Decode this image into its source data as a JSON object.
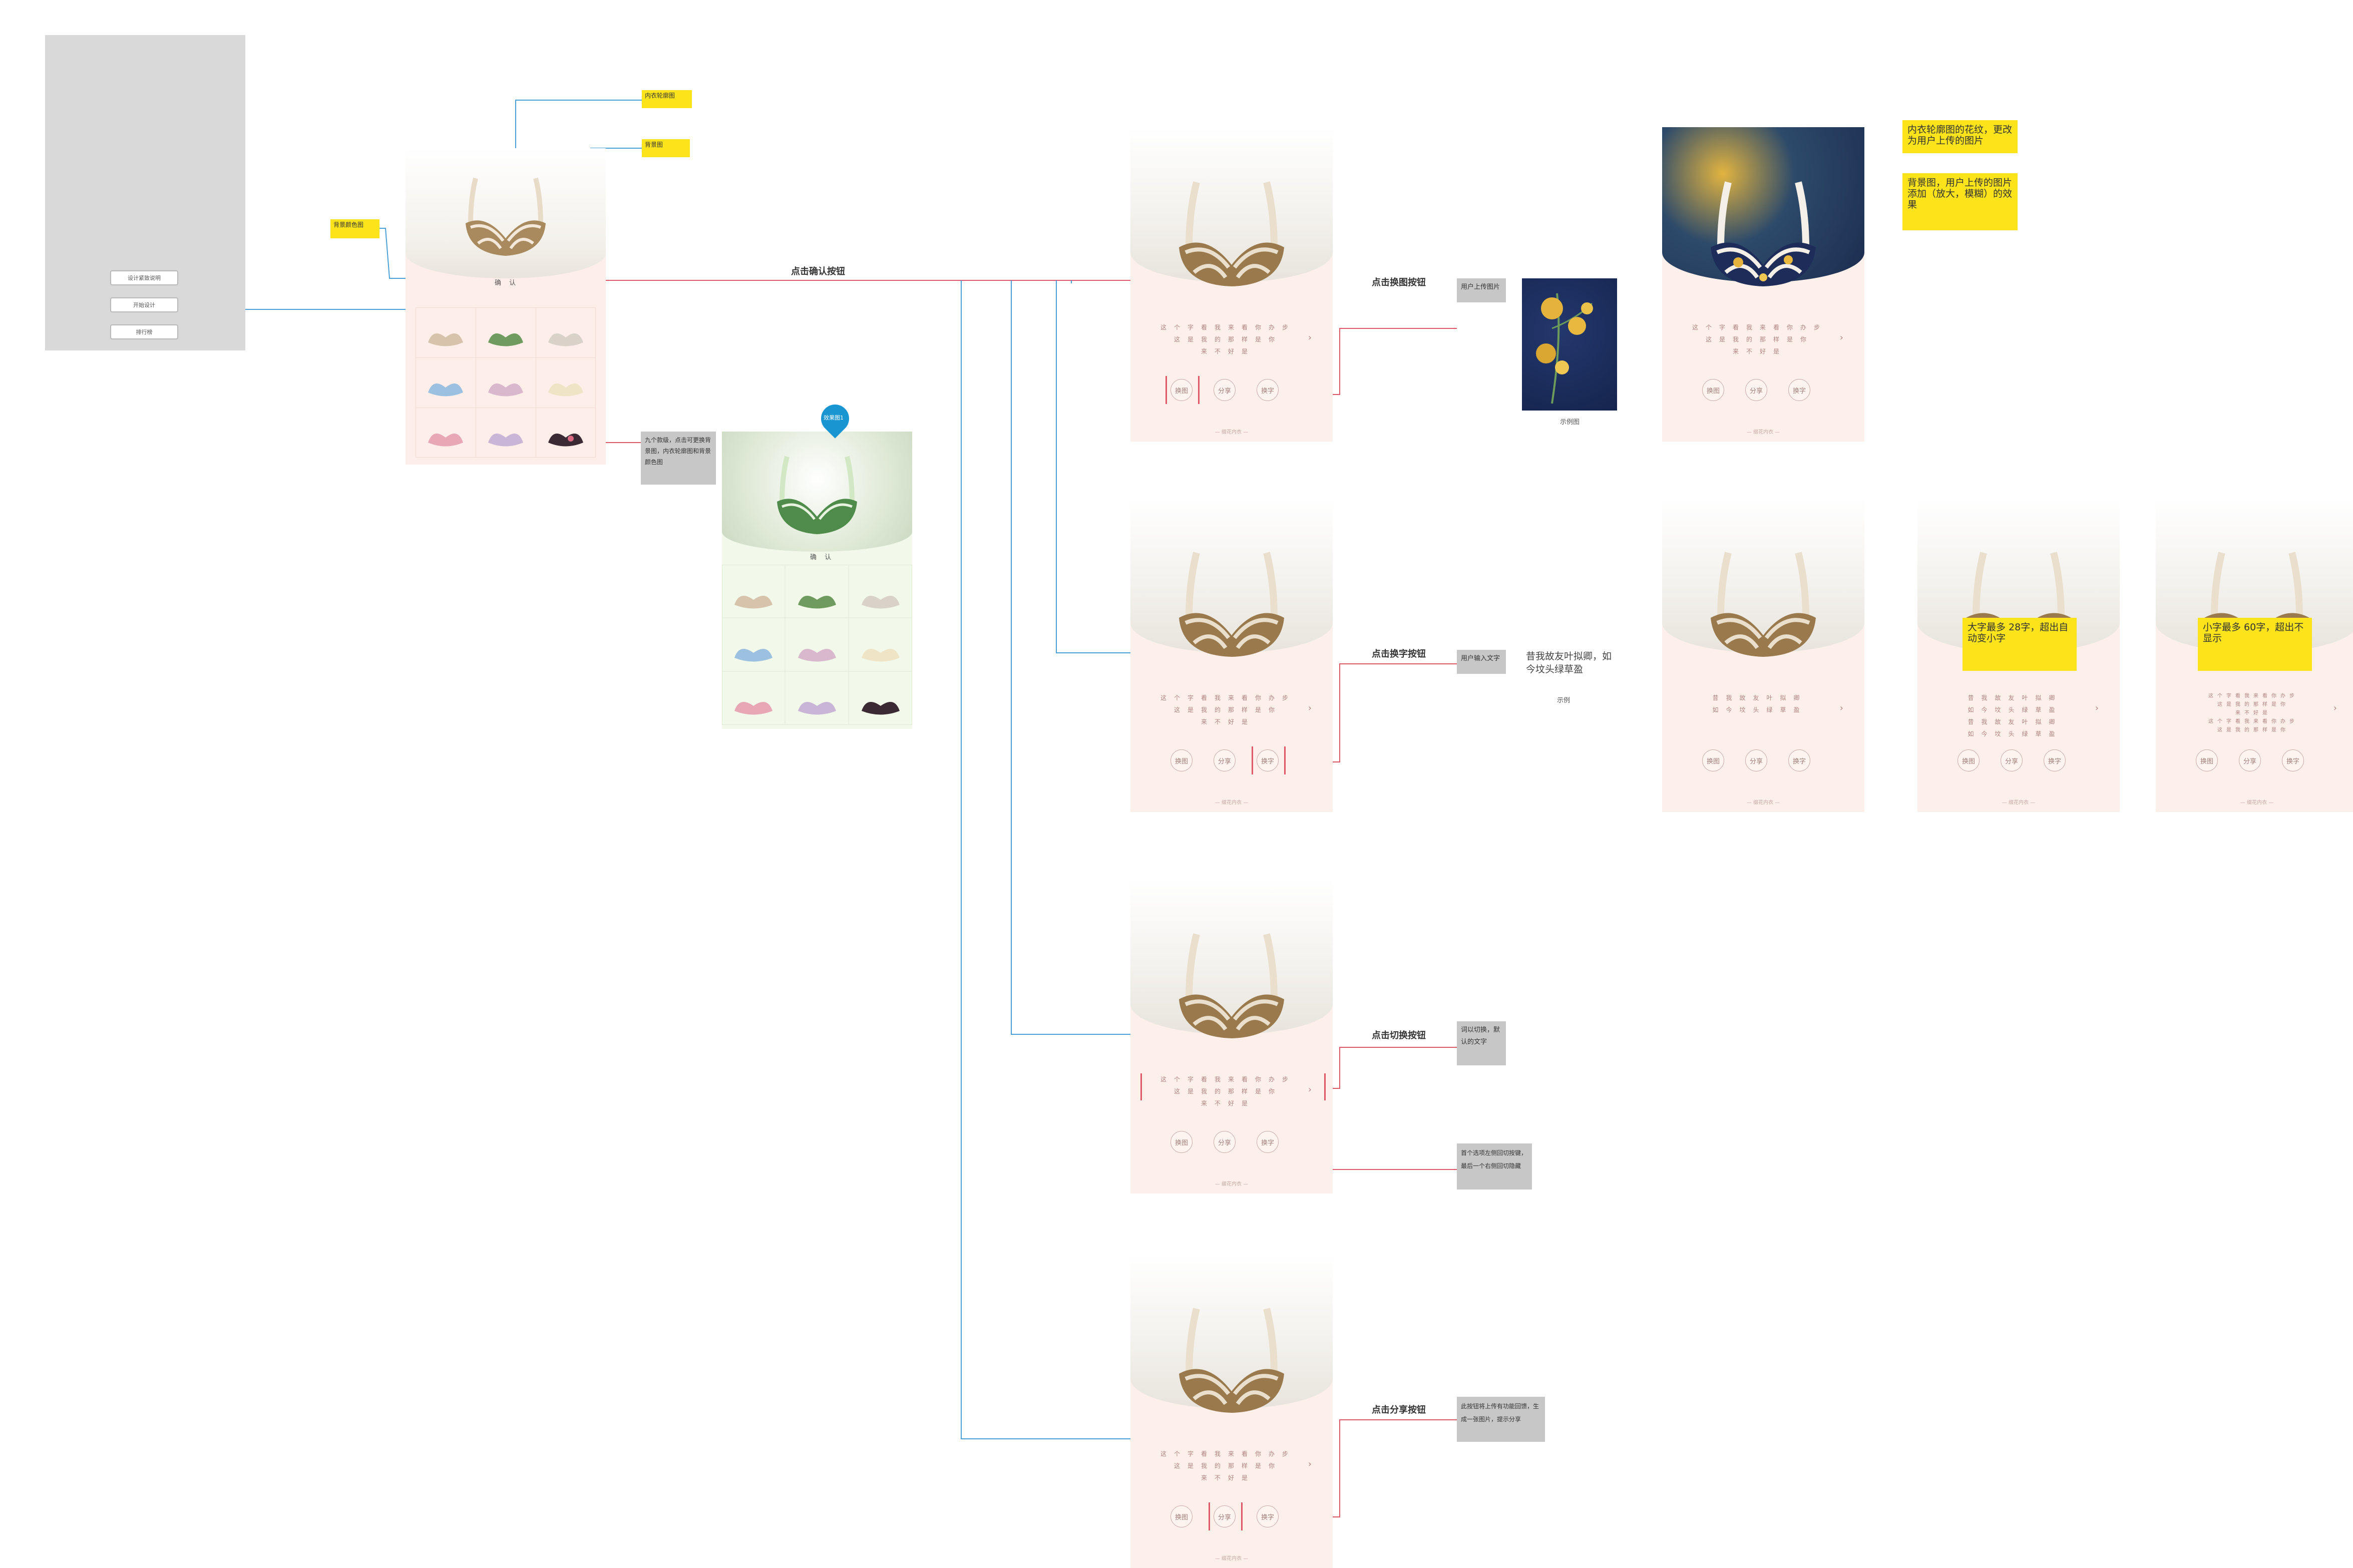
{
  "start_menu": {
    "items": [
      "设计紧致说明",
      "开始设计",
      "排行榜"
    ]
  },
  "annotations": {
    "bra_outline": "内衣轮廓图",
    "background": "背景图",
    "background_cover": "背景颜色图",
    "confirm_btn": "确 认",
    "nine_grid_note": "九个款级，点击可更换背景图，内衣轮廓图和背景颜色图",
    "pin_label": "效果图1",
    "bra_pattern_note": "内衣轮廓图的花纹，更改为用户上传的图片",
    "bg_effect_note": "背景图，用户上传的图片添加（放大，模糊）的效果",
    "upload_image_note": "用户上传图片",
    "sample_caption": "示例图",
    "input_text_note": "用户输入文字",
    "sample_text_caption": "示例",
    "sample_poem": "昔我故友叶拟卿，如今坟头绿草盈",
    "switch_note": "词以切换，默认的文字",
    "arrow_note": "首个选项左侧回切按键，最后一个右侧回切隐藏",
    "share_note": "此按钮将上传有功能回馈，生成一张图片，提示分享",
    "large_text_note": "大字最多 28字，超出自动变小字",
    "small_text_note": "小字最多 60字，超出不显示"
  },
  "flow_labels": {
    "confirm": "点击确认按钮",
    "change_image": "点击换图按钮",
    "change_text": "点击换字按钮",
    "switch": "点击切换按钮",
    "share": "点击分享按钮"
  },
  "phone": {
    "poem_lines": [
      "这个字看我来看你办步",
      "这是我的那样是你",
      "来不好是"
    ],
    "poem_short": [
      "昔我故友叶拟卿",
      "如今坟头绿草盈"
    ],
    "buttons": {
      "change_image": "换图",
      "share": "分享",
      "change_text": "换字"
    },
    "footer": "— 缀花内衣 —"
  },
  "colors": {
    "highlight": "#e05767",
    "flow_line": "#4a9fd6",
    "note_yellow": "#fde31a",
    "note_gray": "#c7c7c7",
    "phone_bg": "#fdefea",
    "phone_bg_green": "#f0f8e8"
  }
}
